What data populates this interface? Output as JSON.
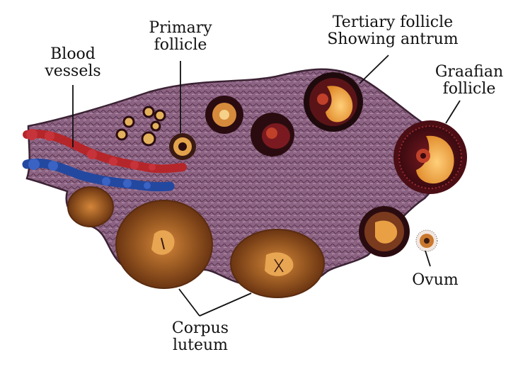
{
  "labels": {
    "blood_vessels": [
      "Blood",
      "vessels"
    ],
    "primary_follicle": [
      "Primary",
      "follicle"
    ],
    "tertiary_follicle": [
      "Tertiary follicle",
      "Showing antrum"
    ],
    "graafian_follicle": [
      "Graafian",
      "follicle"
    ],
    "ovum": [
      "Ovum"
    ],
    "corpus_luteum": [
      "Corpus",
      "luteum"
    ]
  },
  "colors": {
    "ovary_tissue": "#8c6383",
    "ovary_outline": "#3b2233",
    "artery": "#b5262a",
    "vein": "#2348a0",
    "corpus_luteum": "#8a4d1e",
    "follicle_dark": "#2a0c10",
    "follicle_fluid": "#f0a447"
  }
}
